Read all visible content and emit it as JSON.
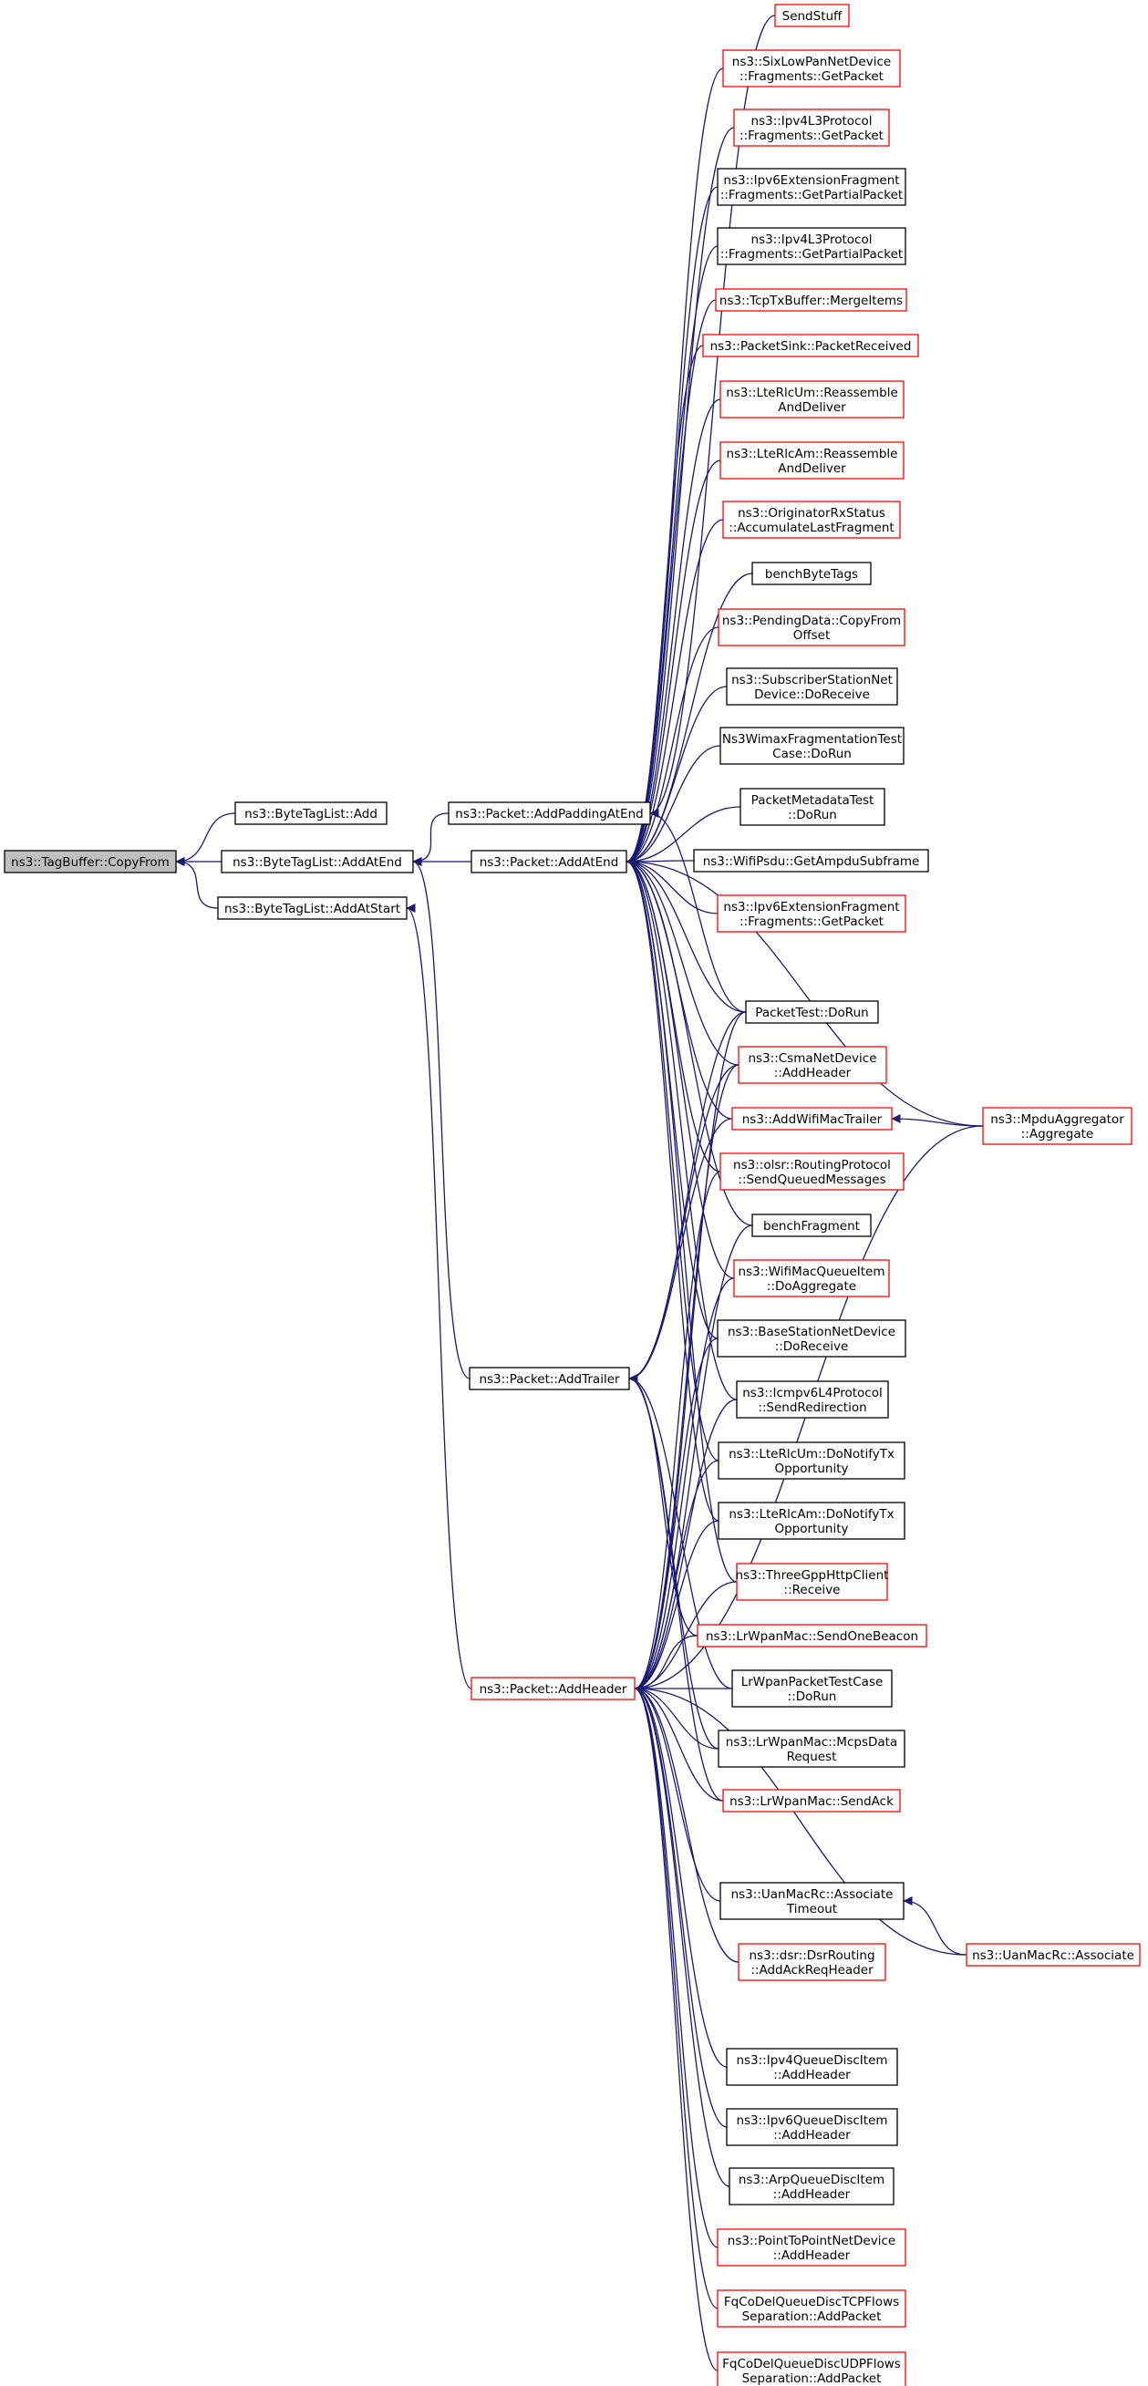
{
  "colors": {
    "edge": "#191970",
    "node_border_default": "#000000",
    "node_border_truncated": "#ff0000",
    "focus_fill": "#bfbfbf",
    "background": "#ffffff"
  },
  "nodes": [
    {
      "id": "copyfrom",
      "lines": [
        "ns3::TagBuffer::CopyFrom"
      ],
      "color": "black",
      "focus": true
    },
    {
      "id": "btl_add",
      "lines": [
        "ns3::ByteTagList::Add"
      ],
      "color": "black"
    },
    {
      "id": "btl_addatend",
      "lines": [
        "ns3::ByteTagList::AddAtEnd"
      ],
      "color": "black"
    },
    {
      "id": "btl_addatstart",
      "lines": [
        "ns3::ByteTagList::AddAtStart"
      ],
      "color": "black"
    },
    {
      "id": "pkt_addpadding",
      "lines": [
        "ns3::Packet::AddPaddingAtEnd"
      ],
      "color": "black"
    },
    {
      "id": "pkt_addatend",
      "lines": [
        "ns3::Packet::AddAtEnd"
      ],
      "color": "black"
    },
    {
      "id": "pkt_addtrailer",
      "lines": [
        "ns3::Packet::AddTrailer"
      ],
      "color": "black"
    },
    {
      "id": "pkt_addheader",
      "lines": [
        "ns3::Packet::AddHeader"
      ],
      "color": "red"
    },
    {
      "id": "sendstuff",
      "lines": [
        "SendStuff"
      ],
      "color": "red"
    },
    {
      "id": "sixlow",
      "lines": [
        "ns3::SixLowPanNetDevice",
        "::Fragments::GetPacket"
      ],
      "color": "red"
    },
    {
      "id": "ipv4frag",
      "lines": [
        "ns3::Ipv4L3Protocol",
        "::Fragments::GetPacket"
      ],
      "color": "red"
    },
    {
      "id": "ipv6extpart",
      "lines": [
        "ns3::Ipv6ExtensionFragment",
        "::Fragments::GetPartialPacket"
      ],
      "color": "black"
    },
    {
      "id": "ipv4part",
      "lines": [
        "ns3::Ipv4L3Protocol",
        "::Fragments::GetPartialPacket"
      ],
      "color": "black"
    },
    {
      "id": "tcptx",
      "lines": [
        "ns3::TcpTxBuffer::MergeItems"
      ],
      "color": "red"
    },
    {
      "id": "pktsink",
      "lines": [
        "ns3::PacketSink::PacketReceived"
      ],
      "color": "red"
    },
    {
      "id": "lterlcum",
      "lines": [
        "ns3::LteRlcUm::Reassemble",
        "AndDeliver"
      ],
      "color": "red"
    },
    {
      "id": "lterlcam",
      "lines": [
        "ns3::LteRlcAm::Reassemble",
        "AndDeliver"
      ],
      "color": "red"
    },
    {
      "id": "originator",
      "lines": [
        "ns3::OriginatorRxStatus",
        "::AccumulateLastFragment"
      ],
      "color": "red"
    },
    {
      "id": "benchbyte",
      "lines": [
        "benchByteTags"
      ],
      "color": "black"
    },
    {
      "id": "pendingdata",
      "lines": [
        "ns3::PendingData::CopyFrom",
        "Offset"
      ],
      "color": "red"
    },
    {
      "id": "subscriber",
      "lines": [
        "ns3::SubscriberStationNet",
        "Device::DoReceive"
      ],
      "color": "black"
    },
    {
      "id": "ns3wimax",
      "lines": [
        "Ns3WimaxFragmentationTest",
        "Case::DoRun"
      ],
      "color": "black"
    },
    {
      "id": "pktmeta",
      "lines": [
        "PacketMetadataTest",
        "::DoRun"
      ],
      "color": "black"
    },
    {
      "id": "wifipsdu",
      "lines": [
        "ns3::WifiPsdu::GetAmpduSubframe"
      ],
      "color": "black"
    },
    {
      "id": "ipv6extget",
      "lines": [
        "ns3::Ipv6ExtensionFragment",
        "::Fragments::GetPacket"
      ],
      "color": "red"
    },
    {
      "id": "pkttest",
      "lines": [
        "PacketTest::DoRun"
      ],
      "color": "black"
    },
    {
      "id": "csma",
      "lines": [
        "ns3::CsmaNetDevice",
        "::AddHeader"
      ],
      "color": "red"
    },
    {
      "id": "addwifimac",
      "lines": [
        "ns3::AddWifiMacTrailer"
      ],
      "color": "red"
    },
    {
      "id": "olsr",
      "lines": [
        "ns3::olsr::RoutingProtocol",
        "::SendQueuedMessages"
      ],
      "color": "red"
    },
    {
      "id": "benchfrag",
      "lines": [
        "benchFragment"
      ],
      "color": "black"
    },
    {
      "id": "wifimacqueue",
      "lines": [
        "ns3::WifiMacQueueItem",
        "::DoAggregate"
      ],
      "color": "red"
    },
    {
      "id": "basestation",
      "lines": [
        "ns3::BaseStationNetDevice",
        "::DoReceive"
      ],
      "color": "black"
    },
    {
      "id": "icmpv6",
      "lines": [
        "ns3::Icmpv6L4Protocol",
        "::SendRedirection"
      ],
      "color": "black"
    },
    {
      "id": "lterlcumtx",
      "lines": [
        "ns3::LteRlcUm::DoNotifyTx",
        "Opportunity"
      ],
      "color": "black"
    },
    {
      "id": "lterlcamtx",
      "lines": [
        "ns3::LteRlcAm::DoNotifyTx",
        "Opportunity"
      ],
      "color": "black"
    },
    {
      "id": "threegpp",
      "lines": [
        "ns3::ThreeGppHttpClient",
        "::Receive"
      ],
      "color": "red"
    },
    {
      "id": "lrwpanbeacon",
      "lines": [
        "ns3::LrWpanMac::SendOneBeacon"
      ],
      "color": "red"
    },
    {
      "id": "lrwpantest",
      "lines": [
        "LrWpanPacketTestCase",
        "::DoRun"
      ],
      "color": "black"
    },
    {
      "id": "lrwpanmcps",
      "lines": [
        "ns3::LrWpanMac::McpsData",
        "Request"
      ],
      "color": "black"
    },
    {
      "id": "lrwpanack",
      "lines": [
        "ns3::LrWpanMac::SendAck"
      ],
      "color": "red"
    },
    {
      "id": "uanassoctimeout",
      "lines": [
        "ns3::UanMacRc::Associate",
        "Timeout"
      ],
      "color": "black"
    },
    {
      "id": "dsr",
      "lines": [
        "ns3::dsr::DsrRouting",
        "::AddAckReqHeader"
      ],
      "color": "red"
    },
    {
      "id": "ipv4queue",
      "lines": [
        "ns3::Ipv4QueueDiscItem",
        "::AddHeader"
      ],
      "color": "black"
    },
    {
      "id": "ipv6queue",
      "lines": [
        "ns3::Ipv6QueueDiscItem",
        "::AddHeader"
      ],
      "color": "black"
    },
    {
      "id": "arpqueue",
      "lines": [
        "ns3::ArpQueueDiscItem",
        "::AddHeader"
      ],
      "color": "black"
    },
    {
      "id": "p2p",
      "lines": [
        "ns3::PointToPointNetDevice",
        "::AddHeader"
      ],
      "color": "red"
    },
    {
      "id": "fqtcp",
      "lines": [
        "FqCoDelQueueDiscTCPFlows",
        "Separation::AddPacket"
      ],
      "color": "red"
    },
    {
      "id": "fqudp",
      "lines": [
        "FqCoDelQueueDiscUDPFlows",
        "Separation::AddPacket"
      ],
      "color": "red"
    },
    {
      "id": "mpdu",
      "lines": [
        "ns3::MpduAggregator",
        "::Aggregate"
      ],
      "color": "red"
    },
    {
      "id": "uanassoc",
      "lines": [
        "ns3::UanMacRc::Associate"
      ],
      "color": "red"
    }
  ],
  "edges": [
    [
      "btl_add",
      "copyfrom"
    ],
    [
      "btl_addatend",
      "copyfrom"
    ],
    [
      "btl_addatstart",
      "copyfrom"
    ],
    [
      "pkt_addpadding",
      "btl_addatend"
    ],
    [
      "pkt_addatend",
      "btl_addatend"
    ],
    [
      "pkt_addtrailer",
      "btl_addatend"
    ],
    [
      "pkt_addheader",
      "btl_addatstart"
    ],
    [
      "sendstuff",
      "pkt_addpadding"
    ],
    [
      "pkttest",
      "pkt_addpadding"
    ],
    [
      "sixlow",
      "pkt_addatend"
    ],
    [
      "ipv4frag",
      "pkt_addatend"
    ],
    [
      "ipv6extpart",
      "pkt_addatend"
    ],
    [
      "ipv4part",
      "pkt_addatend"
    ],
    [
      "tcptx",
      "pkt_addatend"
    ],
    [
      "pktsink",
      "pkt_addatend"
    ],
    [
      "lterlcum",
      "pkt_addatend"
    ],
    [
      "lterlcam",
      "pkt_addatend"
    ],
    [
      "originator",
      "pkt_addatend"
    ],
    [
      "benchbyte",
      "pkt_addatend"
    ],
    [
      "pendingdata",
      "pkt_addatend"
    ],
    [
      "subscriber",
      "pkt_addatend"
    ],
    [
      "ns3wimax",
      "pkt_addatend"
    ],
    [
      "pktmeta",
      "pkt_addatend"
    ],
    [
      "wifipsdu",
      "pkt_addatend"
    ],
    [
      "ipv6extget",
      "pkt_addatend"
    ],
    [
      "mpdu",
      "pkt_addatend"
    ],
    [
      "pkttest",
      "pkt_addatend"
    ],
    [
      "csma",
      "pkt_addatend"
    ],
    [
      "addwifimac",
      "pkt_addatend"
    ],
    [
      "olsr",
      "pkt_addatend"
    ],
    [
      "benchfrag",
      "pkt_addatend"
    ],
    [
      "wifimacqueue",
      "pkt_addatend"
    ],
    [
      "basestation",
      "pkt_addatend"
    ],
    [
      "icmpv6",
      "pkt_addatend"
    ],
    [
      "lterlcumtx",
      "pkt_addatend"
    ],
    [
      "lterlcamtx",
      "pkt_addatend"
    ],
    [
      "threegpp",
      "pkt_addatend"
    ],
    [
      "pkttest",
      "pkt_addtrailer"
    ],
    [
      "csma",
      "pkt_addtrailer"
    ],
    [
      "addwifimac",
      "pkt_addtrailer"
    ],
    [
      "lrwpanbeacon",
      "pkt_addtrailer"
    ],
    [
      "lrwpantest",
      "pkt_addtrailer"
    ],
    [
      "lrwpanmcps",
      "pkt_addtrailer"
    ],
    [
      "lrwpanack",
      "pkt_addtrailer"
    ],
    [
      "pkttest",
      "pkt_addheader"
    ],
    [
      "csma",
      "pkt_addheader"
    ],
    [
      "olsr",
      "pkt_addheader"
    ],
    [
      "benchfrag",
      "pkt_addheader"
    ],
    [
      "wifimacqueue",
      "pkt_addheader"
    ],
    [
      "basestation",
      "pkt_addheader"
    ],
    [
      "icmpv6",
      "pkt_addheader"
    ],
    [
      "lterlcumtx",
      "pkt_addheader"
    ],
    [
      "lterlcamtx",
      "pkt_addheader"
    ],
    [
      "threegpp",
      "pkt_addheader"
    ],
    [
      "lrwpanbeacon",
      "pkt_addheader"
    ],
    [
      "lrwpantest",
      "pkt_addheader"
    ],
    [
      "lrwpanmcps",
      "pkt_addheader"
    ],
    [
      "lrwpanack",
      "pkt_addheader"
    ],
    [
      "mpdu",
      "pkt_addheader"
    ],
    [
      "uanassoctimeout",
      "pkt_addheader"
    ],
    [
      "dsr",
      "pkt_addheader"
    ],
    [
      "uanassoc",
      "pkt_addheader"
    ],
    [
      "ipv4queue",
      "pkt_addheader"
    ],
    [
      "ipv6queue",
      "pkt_addheader"
    ],
    [
      "arpqueue",
      "pkt_addheader"
    ],
    [
      "p2p",
      "pkt_addheader"
    ],
    [
      "fqtcp",
      "pkt_addheader"
    ],
    [
      "fqudp",
      "pkt_addheader"
    ],
    [
      "mpdu",
      "addwifimac"
    ],
    [
      "uanassoc",
      "uanassoctimeout"
    ]
  ]
}
